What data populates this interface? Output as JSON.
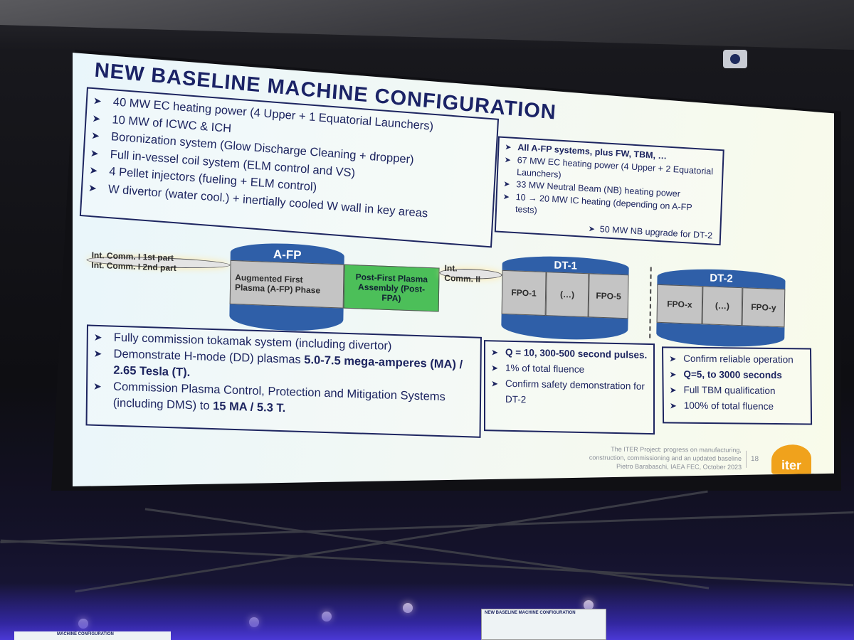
{
  "slide": {
    "title": "NEW BASELINE MACHINE CONFIGURATION",
    "afp_systems": [
      "40 MW EC heating power (4 Upper + 1 Equatorial Launchers)",
      "10 MW of ICWC & ICH",
      "Boronization system (Glow Discharge Cleaning + dropper)",
      "Full in-vessel coil system (ELM control and VS)",
      "4 Pellet injectors (fueling + ELM control)",
      "W divertor (water cool.) + inertially cooled W wall in key areas"
    ],
    "dt_systems": {
      "header": "All A-FP systems, plus FW, TBM, …",
      "items": [
        "67 MW EC heating power (4 Upper + 2 Equatorial Launchers)",
        "33 MW Neutral Beam (NB) heating power",
        "10 → 20 MW IC heating (depending on A-FP tests)"
      ],
      "upgrade": "50 MW NB upgrade for DT-2"
    },
    "timeline": {
      "phases": {
        "afp": "A-FP",
        "dt1": "DT-1",
        "dt2": "DT-2"
      },
      "segments": {
        "int_comm_1_line1": "Int. Comm. I 1st part",
        "int_comm_1_line2": "Int. Comm. I 2nd part",
        "afp_phase": "Augmented First Plasma (A-FP) Phase",
        "post_fpa": "Post-First Plasma Assembly (Post-FPA)",
        "int_comm_2": "Int. Comm. II",
        "fpo1": "FPO-1",
        "ellipsis1": "(…)",
        "fpo5": "FPO-5",
        "fpox": "FPO-x",
        "ellipsis2": "(…)",
        "fpoy": "FPO-y"
      }
    },
    "afp_goals": [
      {
        "text": "Fully commission tokamak system (including divertor)",
        "bold": ""
      },
      {
        "text": "Demonstrate H-mode (DD) plasmas ",
        "bold": "5.0-7.5 mega-amperes (MA) / 2.65 Tesla (T)."
      },
      {
        "text": "Commission Plasma Control, Protection and Mitigation Systems (including DMS) to ",
        "bold": "15 MA / 5.3 T."
      }
    ],
    "dt1_goals": [
      {
        "text": "",
        "bold": "Q = 10, 300-500 second pulses."
      },
      {
        "text": "1% of total fluence",
        "bold": ""
      },
      {
        "text": "Confirm safety demonstration for DT-2",
        "bold": ""
      }
    ],
    "dt2_goals": [
      {
        "text": "Confirm reliable operation",
        "bold": ""
      },
      {
        "text": "",
        "bold": "Q=5, to 3000 seconds"
      },
      {
        "text": "Full TBM qualification",
        "bold": ""
      },
      {
        "text": "100% of total fluence",
        "bold": ""
      }
    ],
    "footer": {
      "line1": "The ITER Project: progress on manufacturing,",
      "line2": "construction, commissioning and an updated baseline",
      "line3": "Pietro Barabaschi, IAEA FEC, October 2023",
      "page": "18",
      "logo": "iter"
    }
  },
  "monitors": {
    "stage_title": "NEW BASELINE MACHINE CONFIGURATION",
    "left_title": "MACHINE CONFIGURATION"
  },
  "colors": {
    "phase_blue": "#2f5fa8",
    "post_fpa_green": "#4cbf59",
    "segment_gray": "#c4c4c4",
    "text_navy": "#1d2560",
    "logo_orange": "#f0a21c"
  }
}
